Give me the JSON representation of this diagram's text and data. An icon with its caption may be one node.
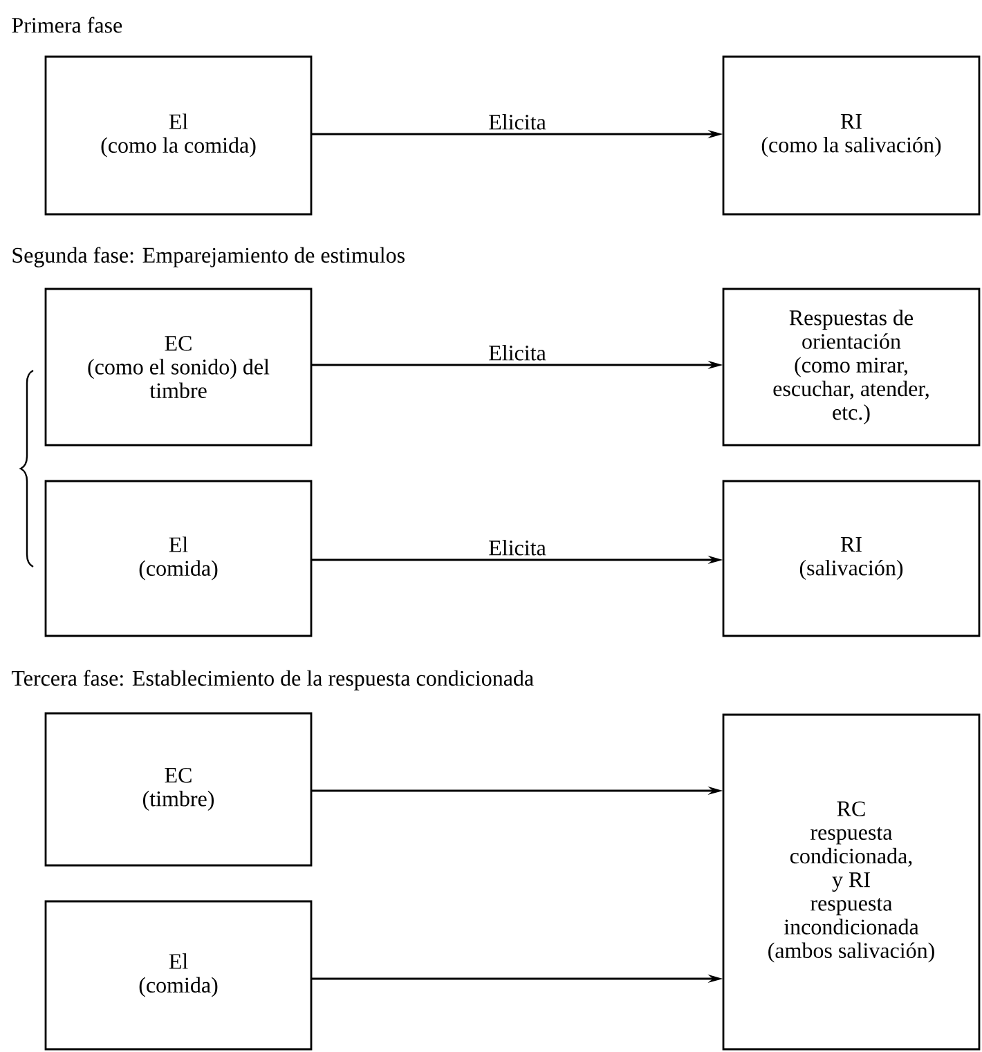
{
  "diagram": {
    "nodes": [
      {
        "text": [
          "El",
          "(como la comida)"
        ]
      },
      {
        "text": [
          "RI",
          "(como la salivación)"
        ]
      },
      {
        "text": [
          "EC",
          "(como el sonido) del timbre"
        ]
      },
      {
        "text": [
          "Respuestas de orientación",
          "(como mirar, escuchar, atender, etc.)"
        ]
      },
      {
        "text": [
          "El",
          "(comida)"
        ]
      },
      {
        "text": [
          "RI",
          "(salivación)"
        ]
      },
      {
        "text": [
          "EC",
          "(timbre)"
        ]
      },
      {
        "text": [
          "RC",
          "respuesta condicionada,",
          "y RI",
          "respuesta incondicionada",
          "(ambos salivación)"
        ]
      },
      {
        "text": [
          "El",
          "(comida)"
        ]
      }
    ],
    "edges": [
      {
        "from": 0,
        "to": 1,
        "arrow": "to",
        "label": "Elicita"
      },
      {
        "from": 2,
        "to": 3,
        "arrow": "to",
        "label": "Elicita"
      },
      {
        "from": 4,
        "to": 5,
        "arrow": "to",
        "label": "Elicita"
      },
      {
        "from": 6,
        "to": 7,
        "arrow": "to"
      },
      {
        "from": 8,
        "to": 7,
        "arrow": "to"
      }
    ],
    "labels": [
      "Primera fase",
      "Segunda fase: Emparejamiento de estimulos",
      "Tercera fase: Establecimiento de la respuesta condicionada"
    ]
  }
}
